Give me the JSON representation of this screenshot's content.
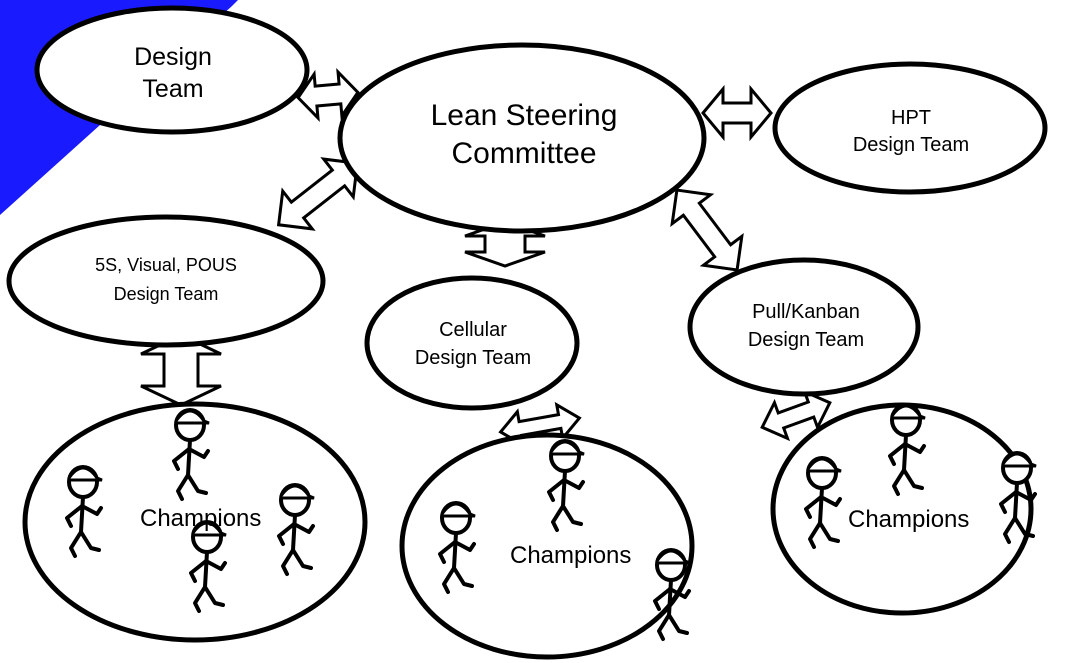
{
  "colors": {
    "accent": "#1a1aff",
    "stroke": "#000000",
    "fill": "#ffffff"
  },
  "icons": {
    "figure": "stick-figure-icon",
    "arrow": "double-arrow-icon"
  },
  "nodes": {
    "design_team": {
      "lines": [
        "Design",
        "Team"
      ]
    },
    "steering": {
      "lines": [
        "Lean Steering",
        "Committee"
      ]
    },
    "hpt": {
      "lines": [
        "HPT",
        "Design Team"
      ]
    },
    "five_s": {
      "lines": [
        "5S, Visual, POUS",
        "Design Team"
      ]
    },
    "cellular": {
      "lines": [
        "Cellular",
        "Design Team"
      ]
    },
    "pull": {
      "lines": [
        "Pull/Kanban",
        "Design Team"
      ]
    },
    "champions_left": {
      "label": "Champions",
      "figure_count": 4
    },
    "champions_mid": {
      "label": "Champions",
      "figure_count": 3
    },
    "champions_right": {
      "label": "Champions",
      "figure_count": 3
    }
  }
}
